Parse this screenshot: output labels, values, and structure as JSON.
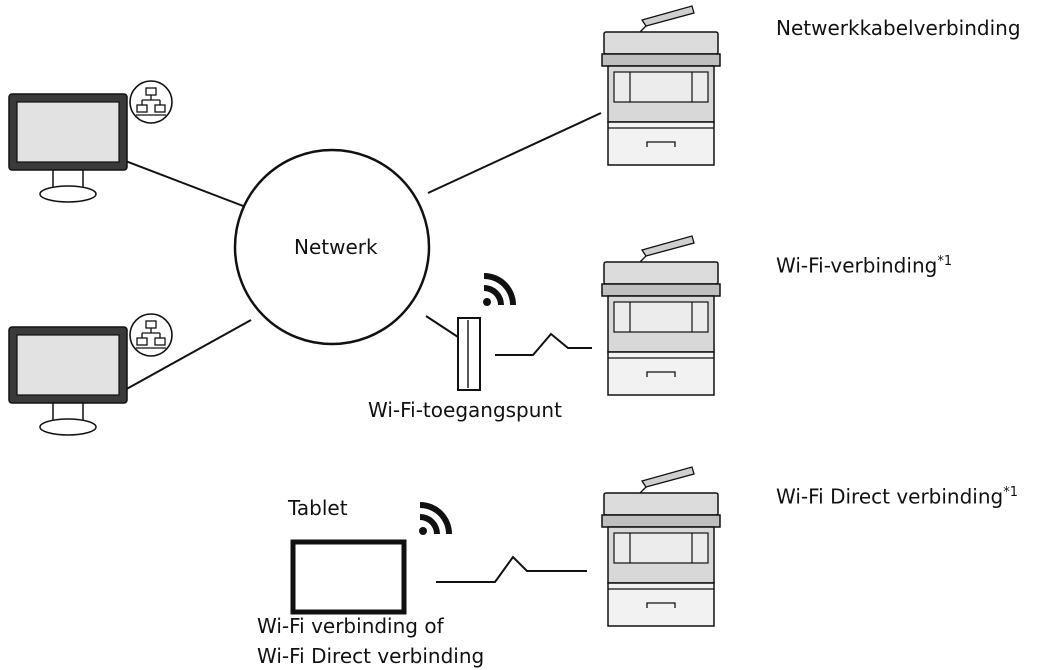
{
  "network": {
    "label": "Netwerk"
  },
  "access_point": {
    "label": "Wi-Fi-toegangspunt"
  },
  "tablet": {
    "label": "Tablet",
    "caption_line1": "Wi-Fi verbinding of",
    "caption_line2": "Wi-Fi Direct verbinding"
  },
  "printers": [
    {
      "label": "Netwerkkabelverbinding",
      "footnote": ""
    },
    {
      "label": "Wi-Fi-verbinding",
      "footnote": "*1"
    },
    {
      "label": "Wi-Fi Direct verbinding",
      "footnote": "*1"
    }
  ],
  "icons": {
    "computer": "monitor-icon",
    "lan": "lan-network-icon",
    "printer": "multifunction-printer-icon",
    "wireless": "wifi-signal-icon",
    "access_point": "access-point-icon",
    "tablet": "tablet-icon"
  }
}
